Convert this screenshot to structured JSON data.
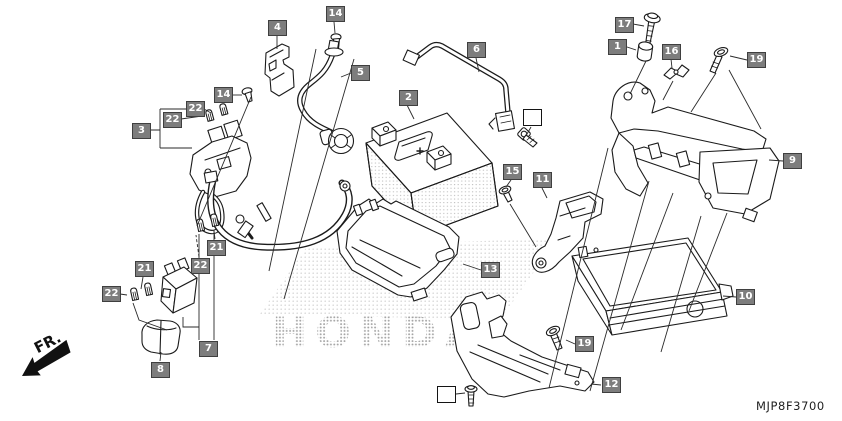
{
  "diagram": {
    "code": "MJP8F3700",
    "direction_label": "FR.",
    "watermark": "HONDA",
    "colors": {
      "label_bg": "#7d7d7d",
      "label_border": "#3f3f3f",
      "line": "#1c1c1c",
      "background": "#ffffff"
    },
    "labels": [
      "4",
      "14",
      "6",
      "17",
      "1",
      "16",
      "19",
      "5",
      "2",
      "14",
      "22",
      "22",
      "3",
      "9",
      "15",
      "11",
      "13",
      "10",
      "21",
      "22",
      "21",
      "22",
      "7",
      "8",
      "19",
      "12"
    ]
  }
}
